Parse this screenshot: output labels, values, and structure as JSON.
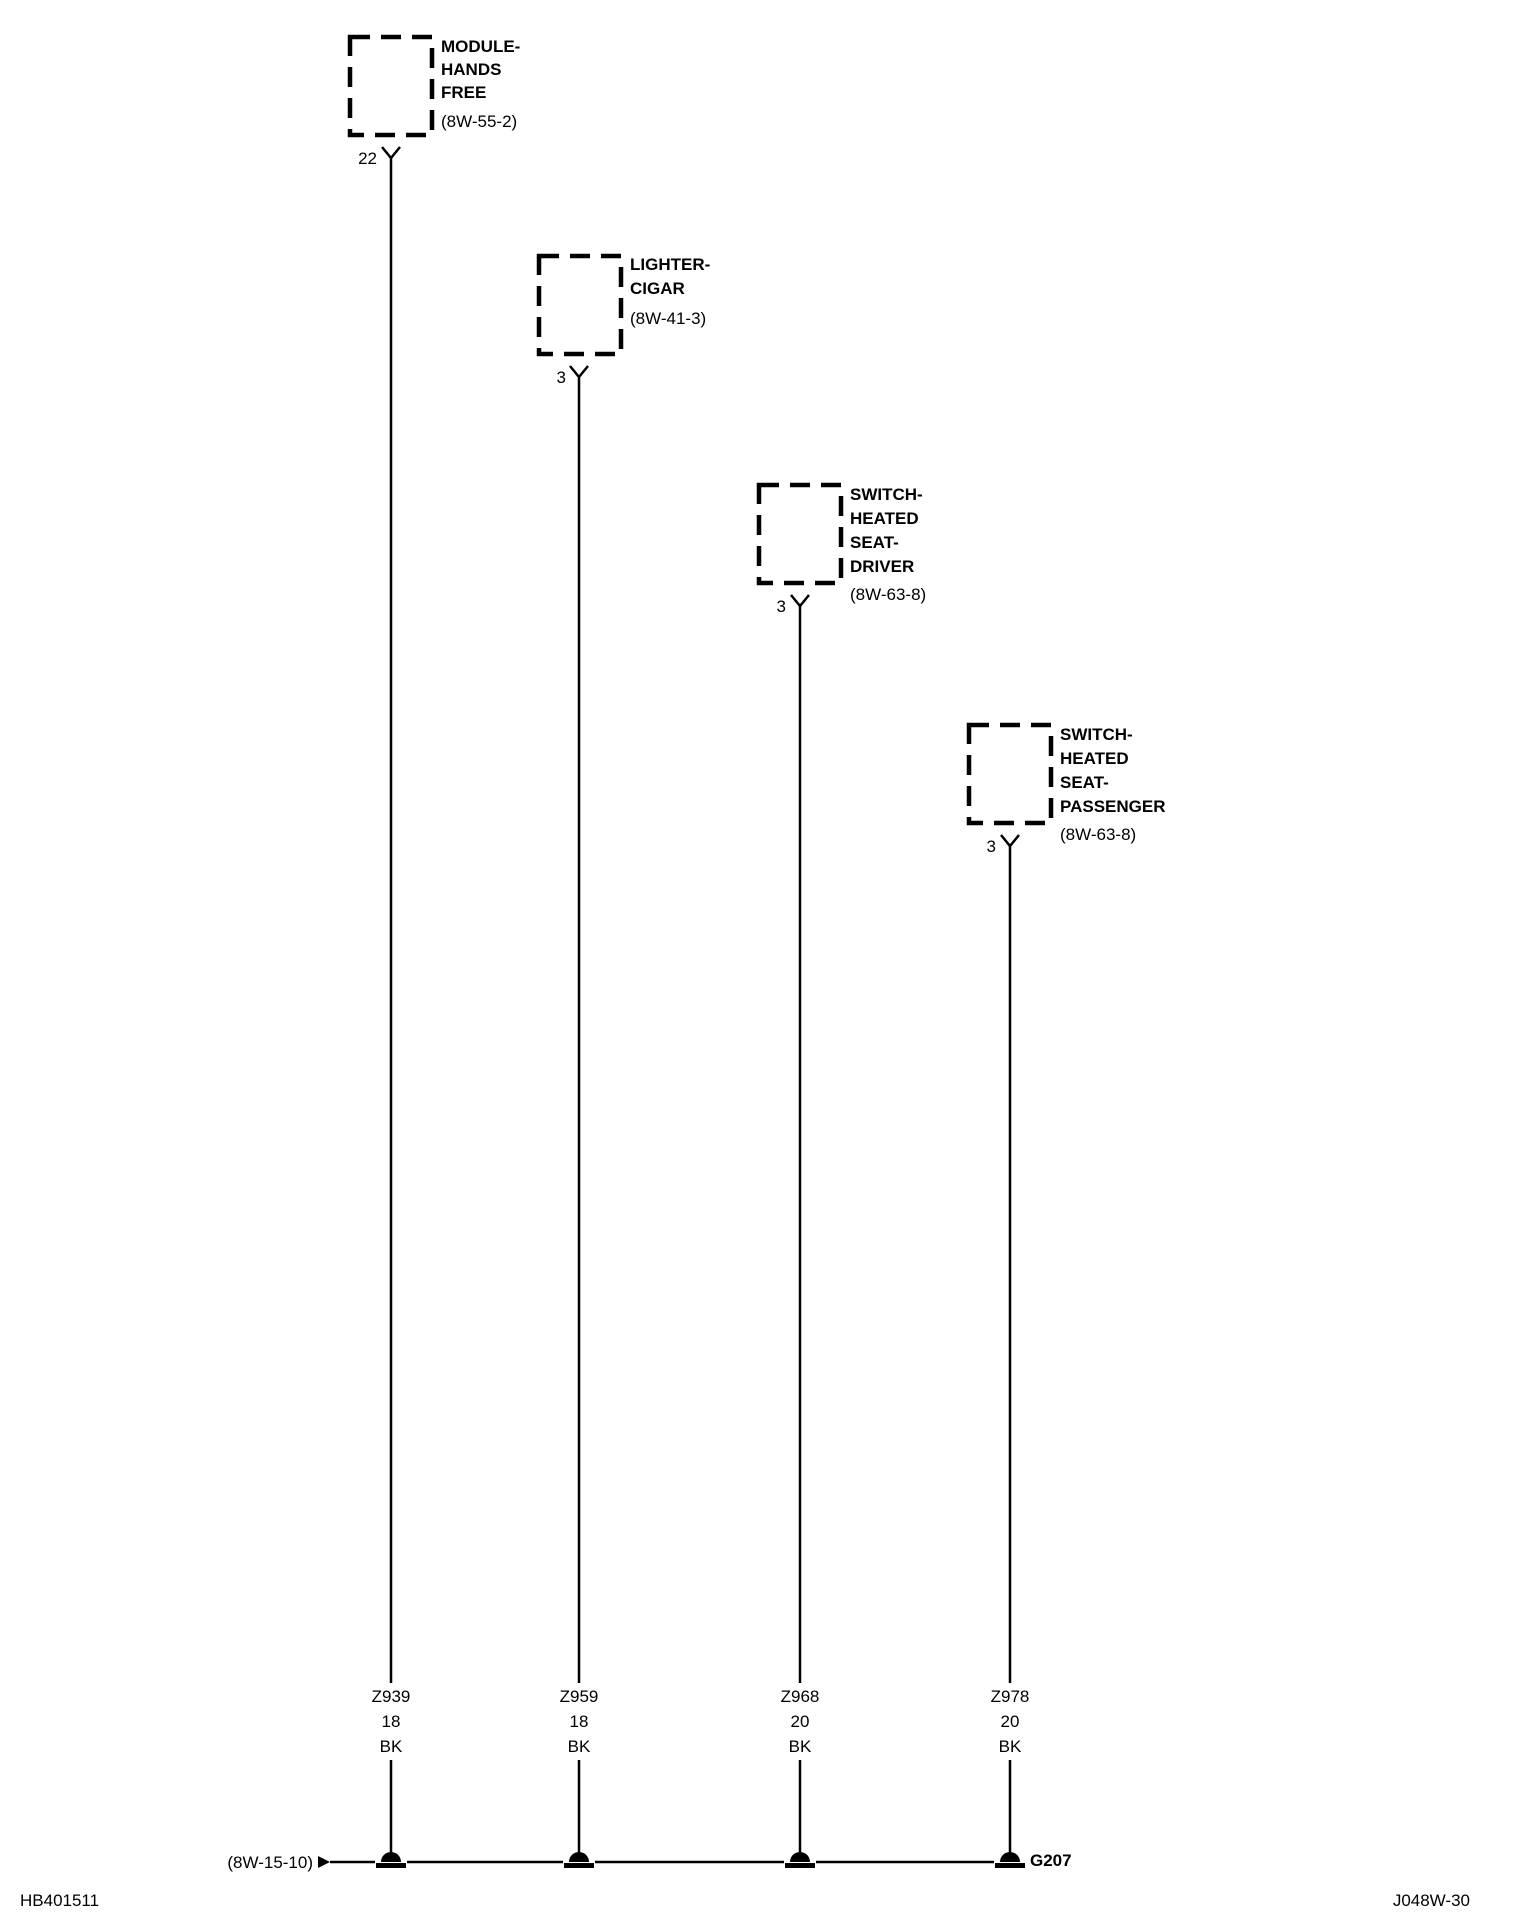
{
  "components": [
    {
      "name_lines": [
        "MODULE-",
        "HANDS",
        "FREE"
      ],
      "ref": "(8W-55-2)",
      "pin": "22"
    },
    {
      "name_lines": [
        "LIGHTER-",
        "CIGAR"
      ],
      "ref": "(8W-41-3)",
      "pin": "3"
    },
    {
      "name_lines": [
        "SWITCH-",
        "HEATED",
        "SEAT-",
        "DRIVER"
      ],
      "ref": "(8W-63-8)",
      "pin": "3"
    },
    {
      "name_lines": [
        "SWITCH-",
        "HEATED",
        "SEAT-",
        "PASSENGER"
      ],
      "ref": "(8W-63-8)",
      "pin": "3"
    }
  ],
  "wires": [
    {
      "circuit": "Z939",
      "gauge": "18",
      "color": "BK"
    },
    {
      "circuit": "Z959",
      "gauge": "18",
      "color": "BK"
    },
    {
      "circuit": "Z968",
      "gauge": "20",
      "color": "BK"
    },
    {
      "circuit": "Z978",
      "gauge": "20",
      "color": "BK"
    }
  ],
  "ground": {
    "ref_in": "(8W-15-10)",
    "label": "G207"
  },
  "footer": {
    "left_code": "HB401511",
    "right_code": "J048W-30"
  }
}
